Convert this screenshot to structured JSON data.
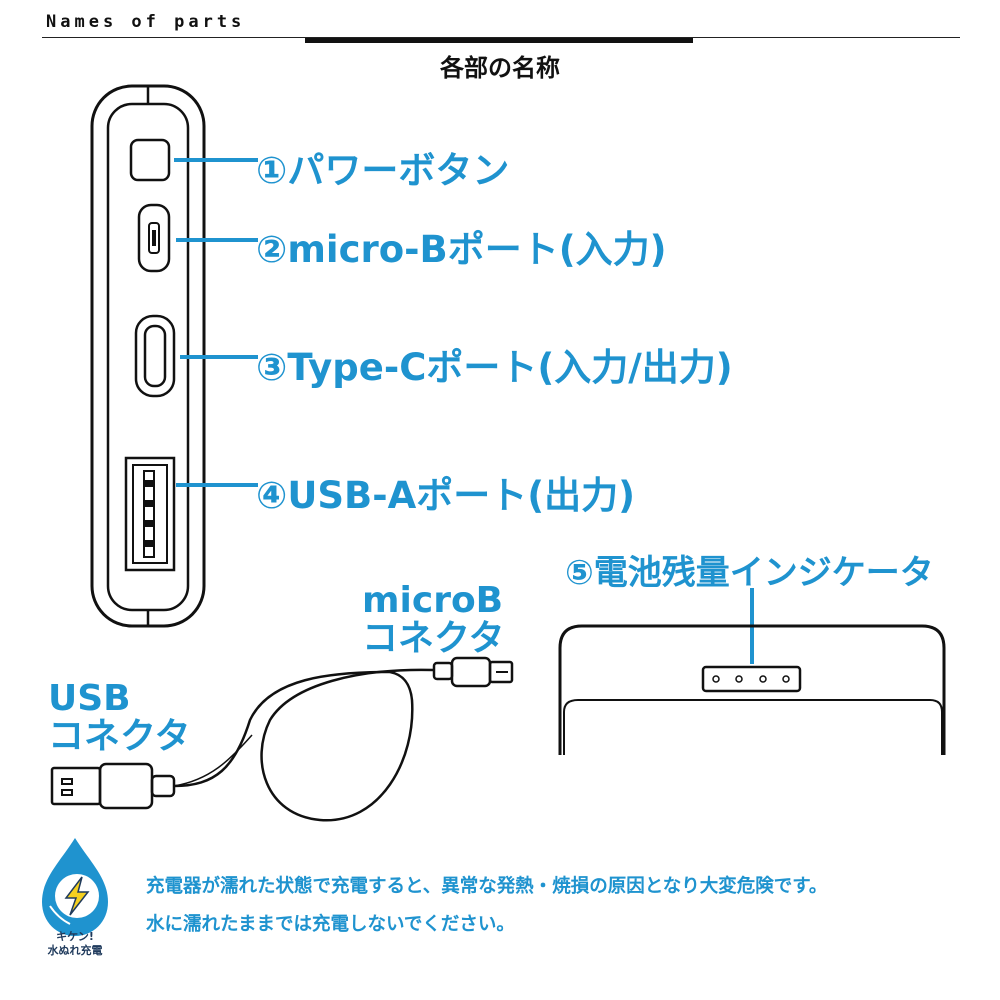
{
  "header": {
    "label": "Names of parts"
  },
  "title": "各部の名称",
  "parts": [
    {
      "label": "①パワーボタン"
    },
    {
      "label": "②micro-Bポート(入力)"
    },
    {
      "label": "③Type-Cポート(入力/出力)"
    },
    {
      "label": "④USB-Aポート(出力)"
    },
    {
      "label": "⑤電池残量インジケータ"
    }
  ],
  "cable": {
    "microb_line1": "microB",
    "microb_line2": "コネクタ",
    "usb_line1": "USB",
    "usb_line2": "コネクタ"
  },
  "warning": {
    "line1": "充電器が濡れた状態で充電すると、異常な発熱・焼損の原因となり大変危険です。",
    "line2": "水に濡れたままでは充電しないでください。",
    "badge_line1": "キケン!",
    "badge_line2": "水ぬれ充電",
    "icon": "water-drop-lightning-icon"
  },
  "colors": {
    "accent": "#1f93cf",
    "ink": "#111111",
    "badge": "#1f3a5c"
  }
}
